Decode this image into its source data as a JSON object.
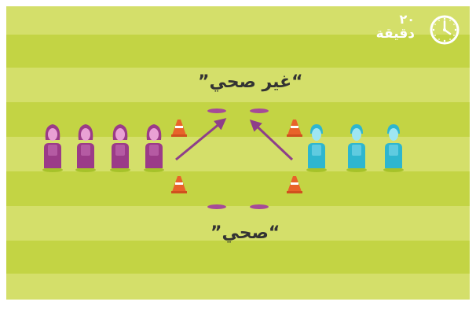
{
  "timer": {
    "number": "٢٠",
    "unit": "دقيقة",
    "icon": "clock-icon"
  },
  "labels": {
    "top": "“غير صحي”",
    "bottom": "“صحي”"
  },
  "colors": {
    "field_light": "#d4df6a",
    "field_dark": "#c3d444",
    "team_left": "#9b3b88",
    "team_right": "#2eb6cf",
    "cone": "#e8632a",
    "arrow": "#8e3f8a",
    "marker": "#a64a98"
  },
  "players": {
    "left_team_count": 4,
    "right_team_count": 3
  }
}
